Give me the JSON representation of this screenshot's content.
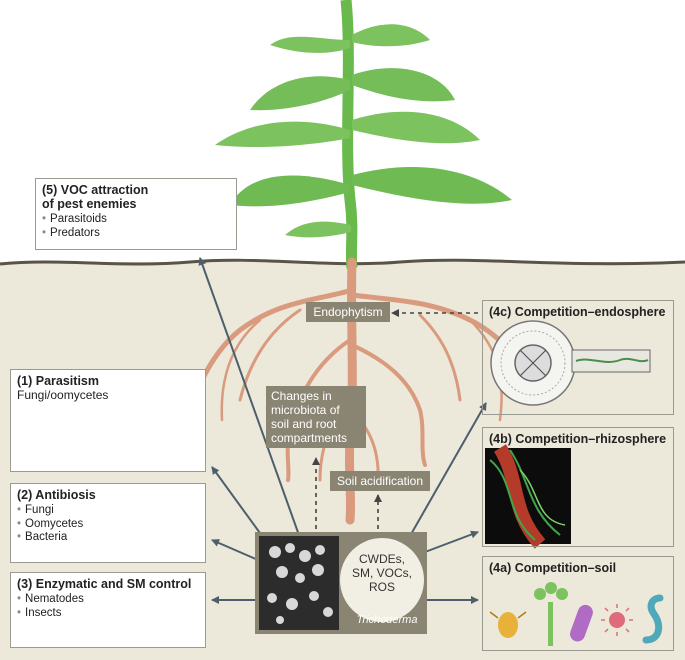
{
  "boxes": {
    "voc": {
      "title_line1": "(5) VOC attraction",
      "title_line2": "of pest enemies",
      "items": [
        "Parasitoids",
        "Predators"
      ]
    },
    "parasitism": {
      "title": "(1) Parasitism",
      "sub": "Fungi/oomycetes"
    },
    "antibiosis": {
      "title": "(2) Antibiosis",
      "items": [
        "Fungi",
        "Oomycetes",
        "Bacteria"
      ]
    },
    "enzymatic": {
      "title": "(3) Enzymatic and SM control",
      "items": [
        "Nematodes",
        "Insects"
      ]
    },
    "endosphere": {
      "title": "(4c) Competition–endosphere"
    },
    "rhizosphere": {
      "title": "(4b) Competition–rhizosphere"
    },
    "soil": {
      "title": "(4a) Competition–soil"
    }
  },
  "labels": {
    "endophytism": "Endophytism",
    "microbiota": [
      "Changes in",
      "microbiota of",
      "soil and root",
      "compartments"
    ],
    "acidification": "Soil acidification"
  },
  "center": {
    "lines": [
      "CWDEs,",
      "SM, VOCs,",
      "ROS"
    ],
    "caption": "Trichoderma"
  },
  "colors": {
    "soil": "#ece8da",
    "leaf": "#7cc25e",
    "root": "#d99a7e",
    "label_bg": "#8a8472",
    "arrow": "#4d5f6c"
  }
}
